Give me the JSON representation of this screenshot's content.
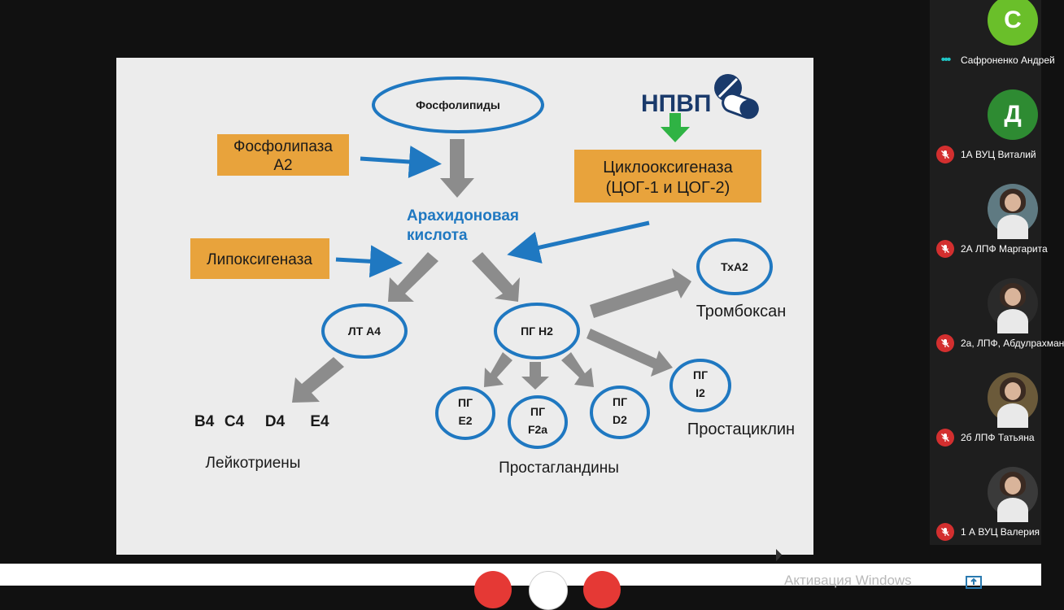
{
  "slide": {
    "phospholipids": "Фосфолипиды",
    "nsaid_logo": "НПВП",
    "phospholipase": [
      "Фосфолипаза",
      "А2"
    ],
    "cyclooxygenase": [
      "Циклооксигеназа",
      "(ЦОГ-1 и ЦОГ-2)"
    ],
    "arachidonic": [
      "Арахидоновая",
      "кислота"
    ],
    "lipoxygenase": "Липоксигеназа",
    "txa2": "ТхА2",
    "thromboxane": "Тромбоксан",
    "lta4": "ЛТ А4",
    "pgh2": "ПГ Н2",
    "leukotrienes_list": [
      "В4",
      "С4",
      "D4",
      "Е4"
    ],
    "leukotrienes": "Лейкотриены",
    "pge2": [
      "ПГ",
      "Е2"
    ],
    "pgf2a": [
      "ПГ",
      "F2a"
    ],
    "pgd2": [
      "ПГ",
      "D2"
    ],
    "pgi2": [
      "ПГ",
      "I2"
    ],
    "prostaglandins": "Простагландины",
    "prostacyclin": "Простациклин"
  },
  "colors": {
    "oval_border": "#1f78c1",
    "box_fill": "#e8a33c",
    "arrow_blue": "#1f78c1",
    "arrow_gray": "#8c8c8c",
    "arrow_green": "#2fb344",
    "mic_off": "#d32f2f"
  },
  "participants": [
    {
      "initial": "С",
      "avatar_color": "#6abf2a",
      "status": "dots-icon",
      "name": "Сафроненко Андрей"
    },
    {
      "initial": "Д",
      "avatar_color": "#2e8b32",
      "status": "mic-off-icon",
      "name": "1А ВУЦ Виталий"
    },
    {
      "initial": "",
      "avatar_color": "#5f7a82",
      "status": "mic-off-icon",
      "name": "2А ЛПФ Маргарита"
    },
    {
      "initial": "",
      "avatar_color": "#2a2a2a",
      "status": "mic-off-icon",
      "name": "2а, ЛПФ, Абдулрахман"
    },
    {
      "initial": "",
      "avatar_color": "#6b5a3a",
      "status": "mic-off-icon",
      "name": "2б ЛПФ Татьяна"
    },
    {
      "initial": "",
      "avatar_color": "#3a3a3a",
      "status": "mic-off-icon",
      "name": "1 А ВУЦ Валерия"
    }
  ],
  "taskbar": {
    "watermark": "Активация Windows"
  }
}
